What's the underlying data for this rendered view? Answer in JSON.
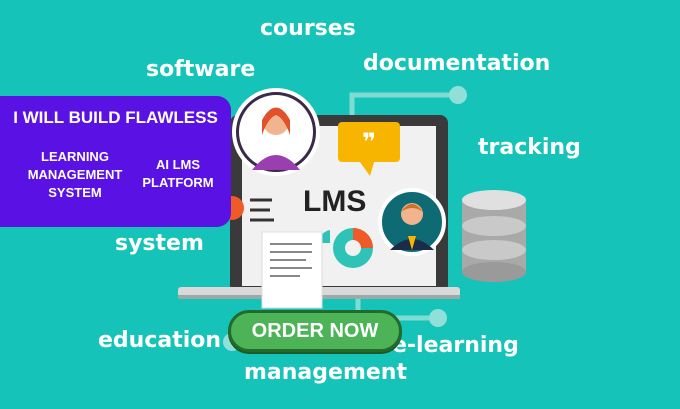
{
  "keywords": {
    "courses": "courses",
    "software": "software",
    "documentation": "documentation",
    "tracking": "tracking",
    "system": "system",
    "education": "education",
    "e_learning": "e-learning",
    "management": "management"
  },
  "banner": {
    "title": "I WILL BUILD FLAWLESS",
    "left_line1": "LEARNING",
    "left_line2": "MANAGEMENT",
    "left_line3": "SYSTEM",
    "right_line1": "AI LMS",
    "right_line2": "PLATFORM"
  },
  "screen": {
    "label": "LMS"
  },
  "cta": {
    "label": "ORDER NOW"
  },
  "colors": {
    "background": "#15c3b8",
    "banner": "#5a12e4",
    "cta": "#4cb356",
    "accent_orange": "#f05a28",
    "accent_yellow": "#f7b500"
  }
}
